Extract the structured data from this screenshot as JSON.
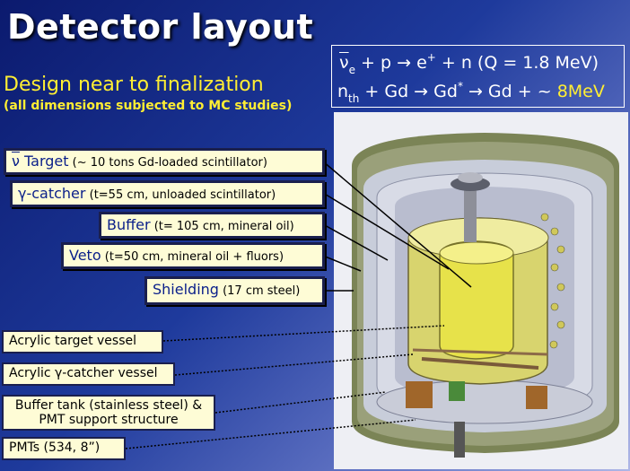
{
  "slide": {
    "title": "Detector layout",
    "subtitle": "Design near to finalization",
    "subnote": "(all dimensions subjected to MC studies)"
  },
  "formula": {
    "line1_nu": "ν",
    "line1_nu_sub": "e",
    "line1_rest_a": " + p → e",
    "line1_sup": "+",
    "line1_rest_b": " + n (Q = 1.8 MeV)",
    "line2_n": "n",
    "line2_n_sub": "th",
    "line2_mid": " + Gd → Gd",
    "line2_sup": "*",
    "line2_end": " → Gd + ~ ",
    "line2_energy": "8MeV"
  },
  "labels": {
    "target_sym": "ν",
    "target_name": " Target",
    "target_desc": " (~ 10 tons Gd-loaded scintillator)",
    "gamma_sym": "γ",
    "gamma_name": "-catcher",
    "gamma_desc": " (t=55 cm, unloaded scintillator)",
    "buffer_name": "Buffer",
    "buffer_desc": " (t= 105 cm, mineral oil)",
    "veto_name": "Veto",
    "veto_desc": " (t=50 cm, mineral oil + fluors)",
    "shield_name": "Shielding",
    "shield_desc": " (17 cm steel)",
    "acrylic_target": "Acrylic target vessel",
    "acrylic_gamma_a": "Acrylic ",
    "acrylic_gamma_sym": "γ",
    "acrylic_gamma_b": "-catcher vessel",
    "buffer_tank_1": "Buffer tank (stainless steel) &",
    "buffer_tank_2": "PMT support structure",
    "pmts": "PMTs (534, 8”)"
  },
  "colors": {
    "label_fill": "#fefcd6",
    "label_border": "#1a1f4e",
    "highlight_yellow": "#ffee33",
    "detector_yellow": "#e8e35a",
    "shield_green": "#5e6a3a"
  }
}
